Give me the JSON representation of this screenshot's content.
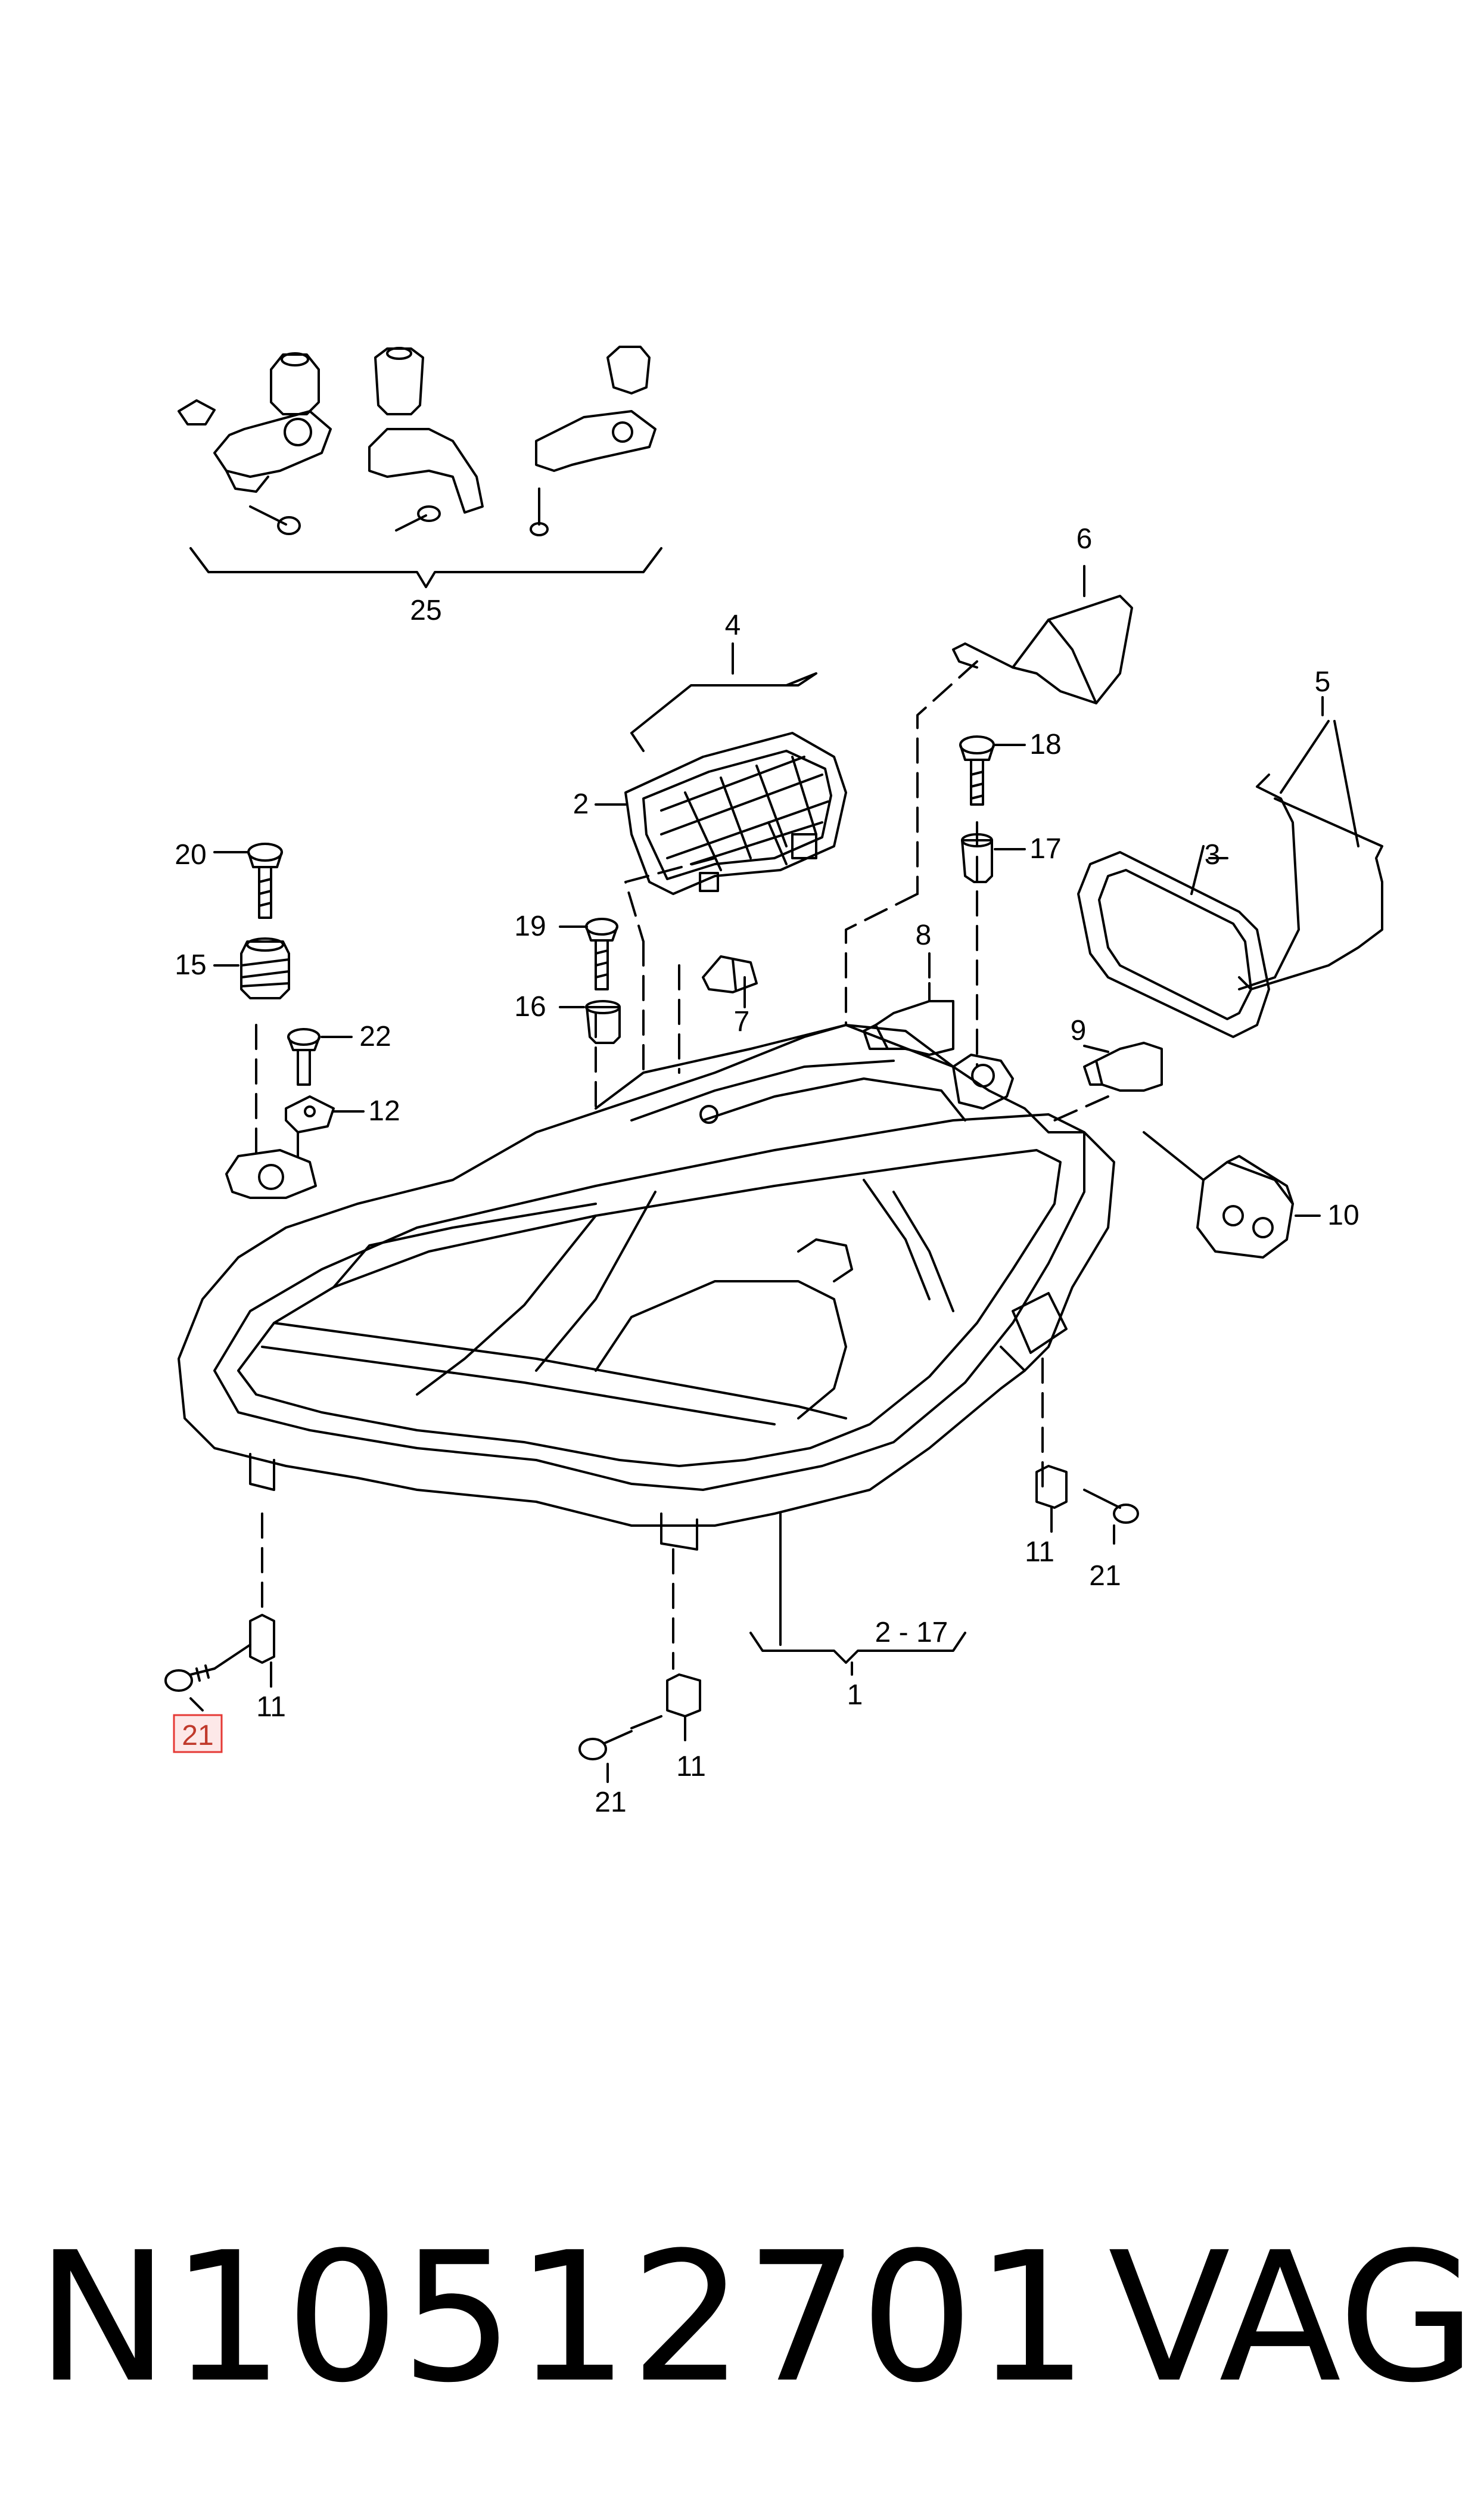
{
  "diagram": {
    "callouts": {
      "c25": "25",
      "c6": "6",
      "c4": "4",
      "c5": "5",
      "c2": "2",
      "c18": "18",
      "c17": "17",
      "c3": "3",
      "c20": "20",
      "c19": "19",
      "c8": "8",
      "c15": "15",
      "c16": "16",
      "c7": "7",
      "c9": "9",
      "c22": "22",
      "c12": "12",
      "c10": "10",
      "c11_right": "11",
      "c21_right": "21",
      "c2_17": "2 - 17",
      "c1": "1",
      "c11_left": "11",
      "c21_left": "21",
      "c21_bottom": "21",
      "c11_bottom": "11"
    },
    "highlight_color": "#e53935"
  },
  "footer": {
    "part_number": "N10512701",
    "brand": "VAG"
  }
}
